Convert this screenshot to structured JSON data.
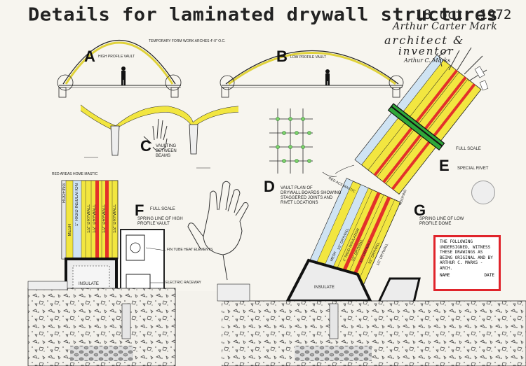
{
  "header": {
    "title": "Details for laminated drywall structures",
    "date": "18 oct. 1972",
    "signature_name": "Arthur Carter Mark",
    "signature_role_1": "architect &",
    "signature_role_2": "inventor",
    "signature_small": "Arthur C. Marks"
  },
  "details": {
    "a": {
      "letter": "A",
      "label": "HIGH PROFILE VAULT",
      "note": "TEMPORARY FORM WORK ARCHES 4'-0\" O.C."
    },
    "b": {
      "letter": "B",
      "label": "LOW PROFILE VAULT"
    },
    "c": {
      "letter": "C",
      "label_1": "VAULTING",
      "label_2": "BETWEEN",
      "label_3": "BEAMS"
    },
    "d": {
      "letter": "D",
      "label_1": "VAULT PLAN OF",
      "label_2": "DRYWALL BOARDS SHOWING",
      "label_3": "STAGGERED JOINTS AND",
      "label_4": "RIVET LOCATIONS"
    },
    "e": {
      "letter": "E",
      "label_1": "FULL SCALE",
      "label_2": "SPECIAL RIVET"
    },
    "f": {
      "letter": "F",
      "label_1": "FULL SCALE",
      "label_2": "SPRING LINE OF HIGH",
      "label_3": "PROFILE VAULT"
    },
    "g": {
      "letter": "G",
      "label_1": "SPRING LINE OF LOW",
      "label_2": "PROFILE DOME"
    }
  },
  "annotations": {
    "red_areas_left": "RED AREAS HOME MASTIC",
    "red_areas_right": "RED ACS MASTIC",
    "fin_tube": "FIN TUBE HEAT ELEMENTS",
    "raceway": "ELECTRIC RACEWAY",
    "insulate_left": "INSULATE",
    "insulate_right": "INSULATE",
    "layers": [
      "ROOFING",
      "MESH",
      "1\" RIGID INSULATION",
      "1/2\" DRYWALL",
      "1/2\" DRYWALL",
      "1/2\" DRYWALL",
      "1/2\" DRYWALL"
    ],
    "layers_g": [
      "MESH",
      "1/2\" DRYWALL",
      "1\" RIGID INSULATION",
      "1/2\" DRYWALL",
      "1/2\" DRYWALL",
      "1/2\" DRYWALL",
      "1/2\" DRYWALL"
    ],
    "roofing_g": "ROOFING"
  },
  "stamp": {
    "text_1": "THE FOLLOWING",
    "text_2": "UNDERSIGNED, WITNESS",
    "text_3": "THESE DRAWINGS AS",
    "text_4": "BEING ORIGINAL AND BY",
    "text_5": "ARTHUR C. MARKS - ARCH.",
    "name_label": "NAME",
    "date_label": "DATE"
  },
  "colors": {
    "drywall_yellow": "#f2e640",
    "insulation_blue": "#cfe3f3",
    "mastic_red": "#e3312a",
    "rivet_green": "#2fa83a",
    "stamp_red": "#e0242b"
  }
}
